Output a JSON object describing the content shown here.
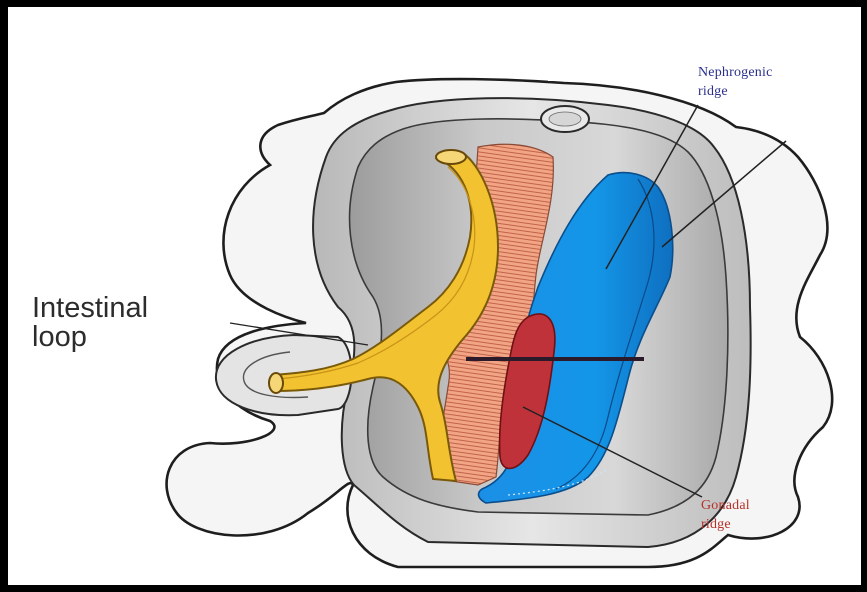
{
  "labels": {
    "intestinal": [
      "Intestinal",
      "loop"
    ],
    "nephrogenic": [
      "Nephrogenic",
      "ridge"
    ],
    "gonadal": [
      "Gonadal",
      "ridge"
    ]
  },
  "colors": {
    "intestine": "#f2c230",
    "mesentery": "#f3a887",
    "nephrogenic_ridge": "#1a8fe0",
    "gonadal_ridge": "#c0323a",
    "nephrogenic_label": "#2b2f8c",
    "gonadal_label": "#b83028"
  }
}
